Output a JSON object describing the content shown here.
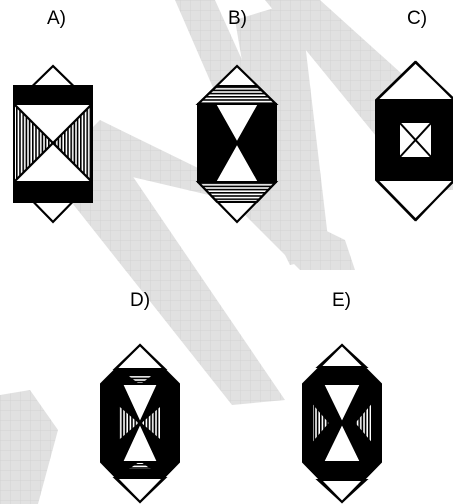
{
  "options": [
    {
      "id": "A",
      "label": "A)"
    },
    {
      "id": "B",
      "label": "B)"
    },
    {
      "id": "C",
      "label": "C)"
    },
    {
      "id": "D",
      "label": "D)"
    },
    {
      "id": "E",
      "label": "E)"
    }
  ],
  "colors": {
    "ink": "#000000",
    "paper": "#ffffff",
    "watermark": "#dcdcdc",
    "watermark_grid": "#c8c8c8"
  }
}
